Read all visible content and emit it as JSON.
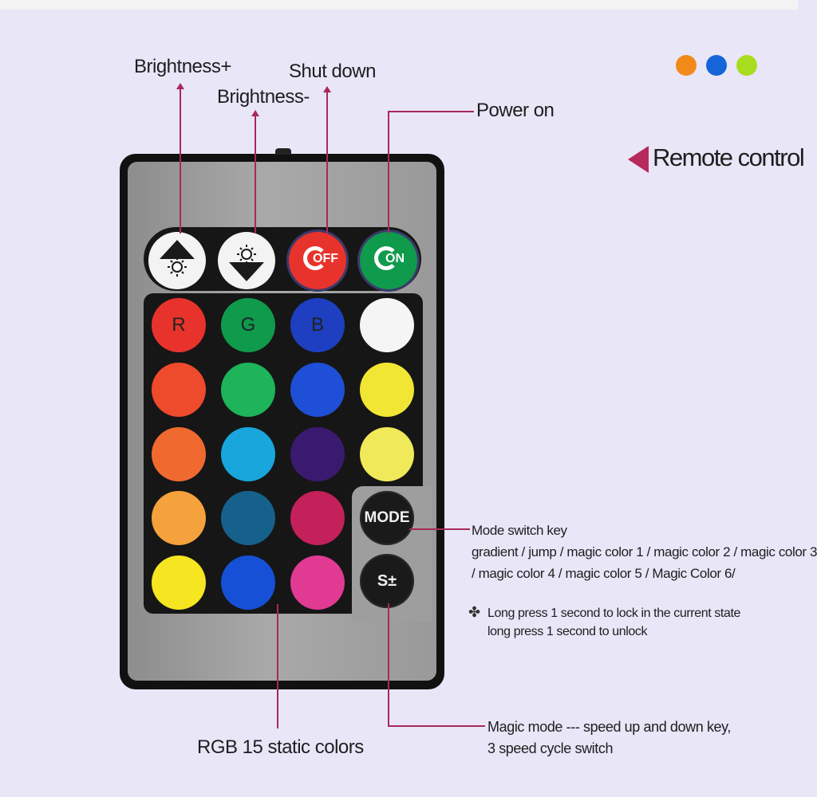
{
  "labels": {
    "brightness_plus": "Brightness+",
    "brightness_minus": "Brightness-",
    "shut_down": "Shut down",
    "power_on": "Power on",
    "remote_control": "Remote control",
    "static_colors": "RGB 15 static colors"
  },
  "mode_desc": {
    "title": "Mode switch key",
    "line1": "gradient / jump / magic color 1 / magic color 2 / magic color 3",
    "line2": "/ magic color 4 / magic color 5 / Magic Color 6/"
  },
  "lock_note": {
    "line1": "Long press 1 second to lock in the current state",
    "line2": "long press 1 second to unlock"
  },
  "magic_desc": {
    "line1": "Magic mode --- speed up and down key,",
    "line2": "3 speed cycle switch"
  },
  "header_dots": [
    "#f28a1a",
    "#1565d8",
    "#a8dc1e"
  ],
  "accent_color": "#a8295a",
  "remote": {
    "off_label": "OFF",
    "on_label": "ON",
    "mode_label": "MODE",
    "speed_label": "S±",
    "rows": [
      [
        {
          "label": "R",
          "color": "#e8332c"
        },
        {
          "label": "G",
          "color": "#0f9a4c"
        },
        {
          "label": "B",
          "color": "#1d3fc0"
        },
        {
          "label": "",
          "color": "#f5f5f5"
        }
      ],
      [
        {
          "label": "",
          "color": "#ee4a2c"
        },
        {
          "label": "",
          "color": "#1db45a"
        },
        {
          "label": "",
          "color": "#1e4fd6"
        },
        {
          "label": "",
          "color": "#f2e634"
        }
      ],
      [
        {
          "label": "",
          "color": "#f06a30"
        },
        {
          "label": "",
          "color": "#18a6dc"
        },
        {
          "label": "",
          "color": "#3a1a6e"
        },
        {
          "label": "",
          "color": "#f0e95a"
        }
      ],
      [
        {
          "label": "",
          "color": "#f5a13c"
        },
        {
          "label": "",
          "color": "#16618c"
        },
        {
          "label": "",
          "color": "#c4205a"
        }
      ],
      [
        {
          "label": "",
          "color": "#f6e521"
        },
        {
          "label": "",
          "color": "#1650d6"
        },
        {
          "label": "",
          "color": "#e03a92"
        }
      ]
    ]
  }
}
